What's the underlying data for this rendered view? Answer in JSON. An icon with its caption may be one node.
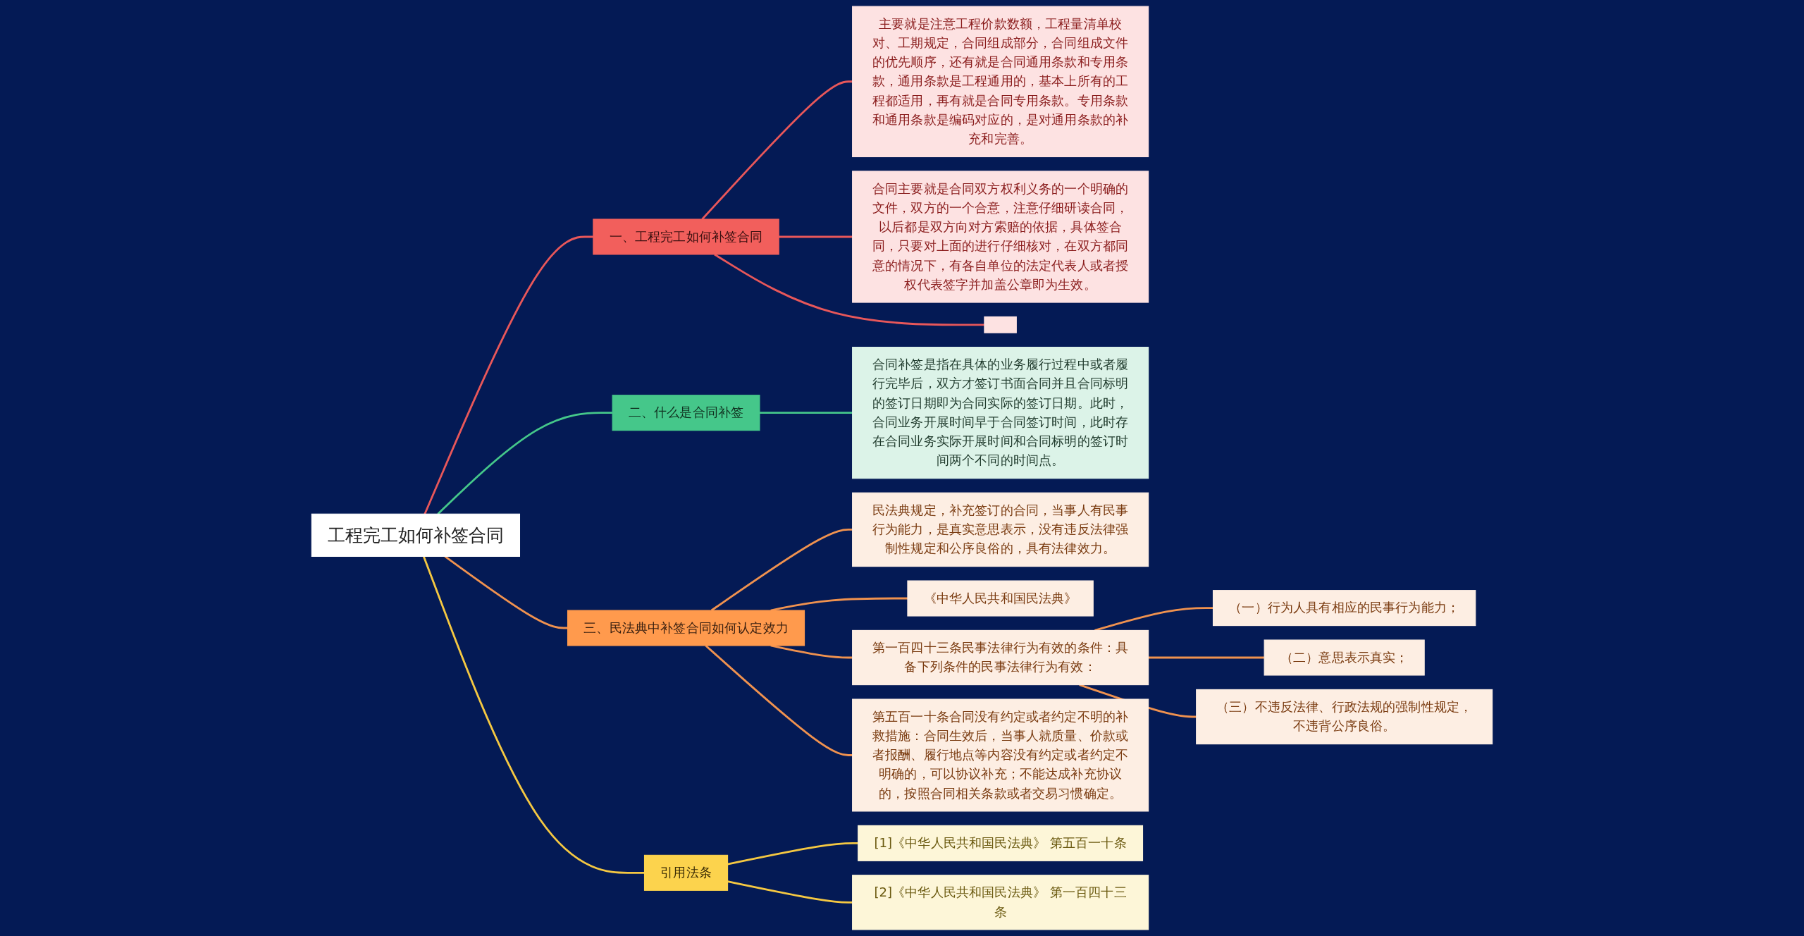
{
  "diagram": {
    "nodes": [
      {
        "text": [
          "工程完工如何补签合同"
        ]
      },
      {
        "text": [
          "一、工程完工如何补签合同"
        ]
      },
      {
        "text": [
          "主要就是注意工程价款数额，工程量清单校对、工期规定，合同组成部分，合同组成文件的优先顺序，还有就是合同通用条款和专用条款，通用条款是工程通用的，基本上所有的工程都适用，再有就是合同专用条款。专用条款和通用条款是编码对应的，是对通用条款的补充和完善。"
        ]
      },
      {
        "text": [
          "合同主要就是合同双方权利义务的一个明确的文件，双方的一个合意，注意仔细研读合同，以后都是双方向对方索赔的依据，具体签合同，只要对上面的进行仔细核对，在双方都同意的情况下，有各自单位的法定代表人或者授权代表签字并加盖公章即为生效。"
        ]
      },
      {
        "text": [],
        "shape": "box"
      },
      {
        "text": [
          "二、什么是合同补签"
        ]
      },
      {
        "text": [
          "合同补签是指在具体的业务履行过程中或者履行完毕后，双方才签订书面合同并且合同标明的签订日期即为合同实际的签订日期。此时，合同业务开展时间早于合同签订时间，此时存在合同业务实际开展时间和合同标明的签订时间两个不同的时间点。"
        ]
      },
      {
        "text": [
          "三、民法典中补签合同如何认定效力"
        ]
      },
      {
        "text": [
          "民法典规定，补充签订的合同，当事人有民事行为能力，是真实意思表示，没有违反法律强制性规定和公序良俗的，具有法律效力。"
        ]
      },
      {
        "text": [
          "《中华人民共和国民法典》"
        ]
      },
      {
        "text": [
          "第一百四十三条民事法律行为有效的条件：具备下列条件的民事法律行为有效："
        ]
      },
      {
        "text": [
          "（一）行为人具有相应的民事行为能力；"
        ]
      },
      {
        "text": [
          "（二）意思表示真实；"
        ]
      },
      {
        "text": [
          "（三）不违反法律、行政法规的强制性规定，不违背公序良俗。"
        ]
      },
      {
        "text": [
          "第五百一十条合同没有约定或者约定不明的补救措施：合同生效后，当事人就质量、价款或者报酬、履行地点等内容没有约定或者约定不明确的，可以协议补充；不能达成补充协议的，按照合同相关条款或者交易习惯确定。"
        ]
      },
      {
        "text": [
          "引用法条"
        ]
      },
      {
        "text": [
          "[1]《中华人民共和国民法典》 第五百一十条"
        ]
      },
      {
        "text": [
          "[2]《中华人民共和国民法典》 第一百四十三条"
        ]
      }
    ],
    "edges": [
      {
        "from": 0,
        "to": 1,
        "arrow": "none",
        "color": "#e8575a"
      },
      {
        "from": 1,
        "to": 2,
        "arrow": "none",
        "color": "#e8575a"
      },
      {
        "from": 1,
        "to": 3,
        "arrow": "none",
        "color": "#e8575a"
      },
      {
        "from": 1,
        "to": 4,
        "arrow": "none",
        "color": "#e8575a"
      },
      {
        "from": 0,
        "to": 5,
        "arrow": "none",
        "color": "#45c78a"
      },
      {
        "from": 5,
        "to": 6,
        "arrow": "none",
        "color": "#45c78a"
      },
      {
        "from": 0,
        "to": 7,
        "arrow": "none"
      },
      {
        "from": 7,
        "to": 8,
        "arrow": "none"
      },
      {
        "from": 7,
        "to": 9,
        "arrow": "none"
      },
      {
        "from": 7,
        "to": 10,
        "arrow": "none"
      },
      {
        "from": 10,
        "to": 11,
        "arrow": "none"
      },
      {
        "from": 10,
        "to": 12,
        "arrow": "none"
      },
      {
        "from": 10,
        "to": 13,
        "arrow": "none"
      },
      {
        "from": 7,
        "to": 14,
        "arrow": "none"
      },
      {
        "from": 0,
        "to": 15,
        "arrow": "none",
        "color": "#f5c842"
      },
      {
        "from": 15,
        "to": 16,
        "arrow": "none",
        "color": "#f5c842"
      },
      {
        "from": 15,
        "to": 17,
        "arrow": "none",
        "color": "#f5c842"
      }
    ]
  }
}
